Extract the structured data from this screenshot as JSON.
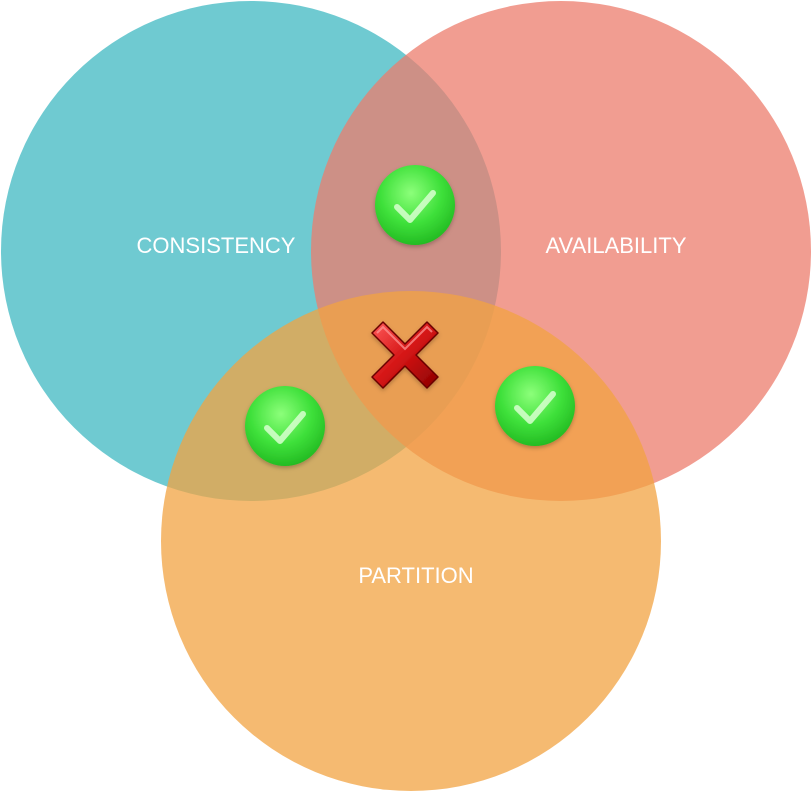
{
  "diagram": {
    "sets": [
      {
        "id": "consistency",
        "label": "CONSISTENCY",
        "color": "#3fb8c2"
      },
      {
        "id": "availability",
        "label": "AVAILABILITY",
        "color": "#ec7c6c"
      },
      {
        "id": "partition",
        "label": "PARTITION",
        "color": "#f2a342"
      }
    ],
    "intersections": [
      {
        "sets": [
          "consistency",
          "availability"
        ],
        "marker": "check-icon",
        "color": "#3ad93a"
      },
      {
        "sets": [
          "consistency",
          "partition"
        ],
        "marker": "check-icon",
        "color": "#3ad93a"
      },
      {
        "sets": [
          "availability",
          "partition"
        ],
        "marker": "check-icon",
        "color": "#3ad93a"
      },
      {
        "sets": [
          "consistency",
          "availability",
          "partition"
        ],
        "marker": "cross-icon",
        "color": "#d11a1a"
      }
    ]
  }
}
